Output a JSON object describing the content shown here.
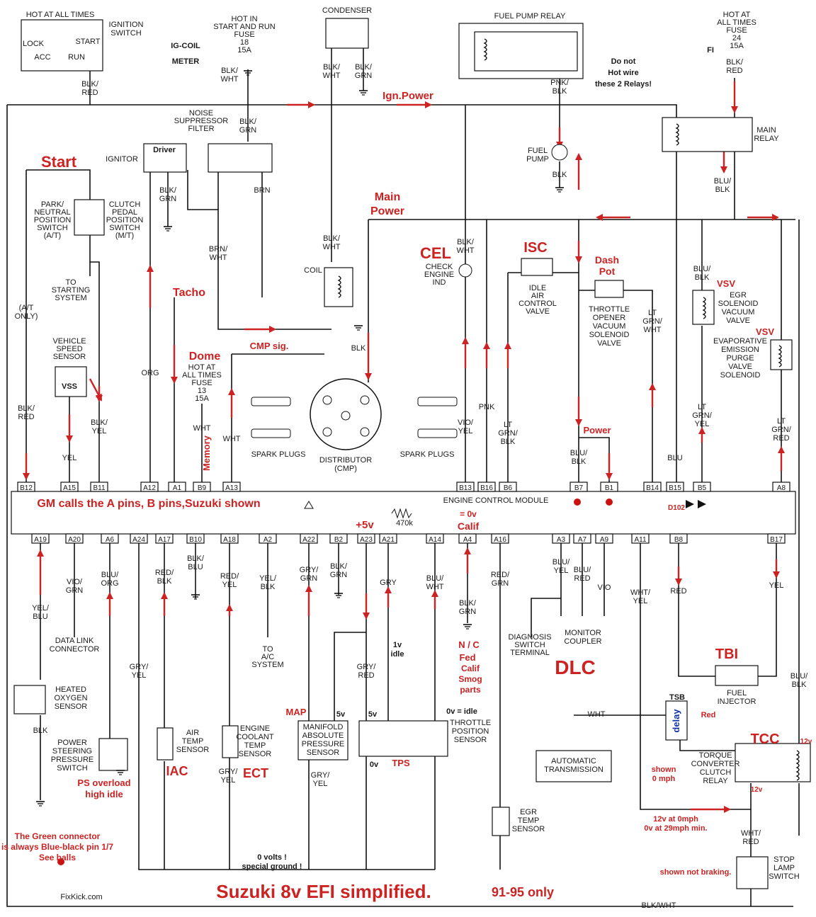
{
  "components": {
    "ignition_switch": {
      "hot": "HOT AT ALL TIMES",
      "name": [
        "IGNITION",
        "SWITCH"
      ],
      "lock": "LOCK",
      "acc": "ACC",
      "start": "START",
      "run": "RUN",
      "wire": [
        "BLK/",
        "RED"
      ]
    },
    "fuse18": {
      "lines": [
        "HOT IN",
        "START AND RUN",
        "FUSE",
        "18",
        "15A"
      ],
      "wire": [
        "BLK/",
        "WHT"
      ]
    },
    "condenser": {
      "name": "CONDENSER",
      "wire1": [
        "BLK/",
        "WHT"
      ],
      "wire2": [
        "BLK/",
        "GRN"
      ]
    },
    "fuel_pump_relay": {
      "name": "FUEL PUMP RELAY",
      "wire": [
        "PNK/",
        "BLK"
      ],
      "pump": [
        "FUEL",
        "PUMP"
      ],
      "pump_wire": "BLK"
    },
    "fuse24": {
      "lines": [
        "HOT AT",
        "ALL TIMES",
        "FUSE",
        "24",
        "15A"
      ],
      "wire": [
        "BLK/",
        "RED"
      ]
    },
    "main_relay": {
      "name": [
        "MAIN",
        "RELAY"
      ],
      "wire": [
        "BLU/",
        "BLK"
      ]
    },
    "noise_filter": {
      "name": [
        "NOISE",
        "SUPPRESSOR",
        "FILTER"
      ],
      "wire_top": [
        "BLK/",
        "GRN"
      ],
      "wire_brn": "BRN"
    },
    "ignitor": {
      "name": "IGNITOR",
      "gnd": [
        "BLK/",
        "GRN"
      ]
    },
    "park_switch": {
      "left": [
        "PARK/",
        "NEUTRAL",
        "POSITION",
        "SWITCH",
        "(A/T)"
      ],
      "right": [
        "CLUTCH",
        "PEDAL",
        "POSITION",
        "SWITCH",
        "(M/T)"
      ],
      "starting": [
        "TO",
        "STARTING",
        "SYSTEM"
      ],
      "at_only": [
        "(A/T",
        "ONLY)"
      ]
    },
    "coil": {
      "name": "COIL",
      "wire_brn_wht": [
        "BRN/",
        "WHT"
      ],
      "wire_blk_wht": [
        "BLK/",
        "WHT"
      ],
      "blk": "BLK"
    },
    "distributor": {
      "name": [
        "DISTRIBUTOR",
        "(CMP)"
      ],
      "plugs_left": "SPARK PLUGS",
      "plugs_right": "SPARK PLUGS"
    },
    "check_engine": {
      "name": [
        "CHECK",
        "ENGINE",
        "IND"
      ],
      "wire": [
        "BLK/",
        "WHT"
      ]
    },
    "isc_valve": {
      "name": [
        "IDLE",
        "AIR",
        "CONTROL",
        "VALVE"
      ]
    },
    "throttle_opener": {
      "name": [
        "THROTTLE",
        "OPENER",
        "VACUUM",
        "SOLENOID",
        "VALVE"
      ],
      "wire": [
        "LT",
        "GRN/",
        "WHT"
      ]
    },
    "egr_solenoid": {
      "wire": [
        "BLU/",
        "BLK"
      ],
      "name": [
        "EGR",
        "SOLENOID",
        "VACUUM",
        "VALVE"
      ]
    },
    "evap_solenoid": {
      "name": [
        "EVAPORATIVE",
        "EMISSION",
        "PURGE",
        "VALVE",
        "SOLENOID"
      ]
    },
    "vss": {
      "name": [
        "VEHICLE",
        "SPEED",
        "SENSOR"
      ],
      "wire": "YEL",
      "tag": "VSS"
    },
    "dome_fuse": {
      "lines": [
        "HOT AT",
        "ALL TIMES",
        "FUSE",
        "13",
        "15A"
      ],
      "wire": "WHT"
    },
    "ecm": {
      "name": "ENGINE CONTROL MODULE",
      "resistor": "470k"
    },
    "wires_top": {
      "b12": [
        "BLK/",
        "RED"
      ],
      "b11": [
        "BLK/",
        "YEL"
      ],
      "a12": "ORG",
      "a13": "WHT",
      "b13": [
        "VIO/",
        "YEL"
      ],
      "b16": "PNK",
      "b6": [
        "LT",
        "GRN/",
        "BLK"
      ],
      "b7": [
        "BLU/",
        "BLK"
      ],
      "b15": "BLU",
      "b5": [
        "LT",
        "GRN/",
        "YEL"
      ],
      "a8": [
        "LT",
        "GRN/",
        "RED"
      ]
    },
    "wires_bottom": {
      "a19": [
        "YEL/",
        "BLU"
      ],
      "a20": [
        "VIO/",
        "GRN"
      ],
      "a6": [
        "BLU/",
        "ORG"
      ],
      "a24": [
        "GRY/",
        "YEL"
      ],
      "a17": [
        "RED/",
        "BLK"
      ],
      "b10": [
        "BLK/",
        "BLU"
      ],
      "a18": [
        "RED/",
        "YEL"
      ],
      "a2": [
        "YEL/",
        "BLK"
      ],
      "a22": [
        "GRY/",
        "GRN"
      ],
      "b2": [
        "BLK/",
        "GRN"
      ],
      "a23": [
        "GRY/",
        "RED"
      ],
      "a21": "GRY",
      "a14": [
        "BLU/",
        "WHT"
      ],
      "a4": [
        "BLK/",
        "GRN"
      ],
      "a16": [
        "RED/",
        "GRN"
      ],
      "a3": [
        "BLU/",
        "YEL"
      ],
      "a7": [
        "BLU/",
        "RED"
      ],
      "a9": "VIO",
      "a11": [
        "WHT/",
        "YEL"
      ],
      "b8": "RED",
      "b17": "YEL",
      "blu_blk": [
        "BLU/",
        "BLK"
      ],
      "blk": "BLK",
      "wht_red": [
        "WHT/",
        "RED"
      ],
      "blk_wht": "BLK/WHT",
      "wht": "WHT",
      "gry_yel2": [
        "GRY/",
        "YEL"
      ],
      "gry_yel3": [
        "GRY/",
        "YEL"
      ]
    },
    "data_link": [
      "DATA LINK",
      "CONNECTOR"
    ],
    "ac_system": [
      "TO",
      "A/C",
      "SYSTEM"
    ],
    "diagnosis": [
      "DIAGNOSIS",
      "SWITCH",
      "TERMINAL"
    ],
    "monitor": [
      "MONITOR",
      "COUPLER"
    ],
    "o2_sensor": [
      "HEATED",
      "OXYGEN",
      "SENSOR"
    ],
    "ps_switch": [
      "POWER",
      "STEERING",
      "PRESSURE",
      "SWITCH"
    ],
    "air_temp": [
      "AIR",
      "TEMP",
      "SENSOR"
    ],
    "coolant_temp": [
      "ENGINE",
      "COOLANT",
      "TEMP",
      "SENSOR"
    ],
    "map_sensor": [
      "MANIFOLD",
      "ABSOLUTE",
      "PRESSURE",
      "SENSOR"
    ],
    "tps": [
      "THROTTLE",
      "POSITION",
      "SENSOR"
    ],
    "egr_temp": [
      "EGR",
      "TEMP",
      "SENSOR"
    ],
    "fuel_injector": [
      "FUEL",
      "INJECTOR"
    ],
    "auto_trans": [
      "AUTOMATIC",
      "TRANSMISSION"
    ],
    "tcc_relay": [
      "TORQUE",
      "CONVERTER",
      "CLUTCH",
      "RELAY"
    ],
    "stop_lamp": [
      "STOP",
      "LAMP",
      "SWITCH"
    ]
  },
  "pins_top": [
    "B12",
    "A15",
    "B11",
    "A12",
    "A1",
    "B9",
    "A13",
    "B13",
    "B16",
    "B6",
    "B7",
    "B1",
    "B14",
    "B15",
    "B5",
    "A8"
  ],
  "pins_bottom": [
    "A19",
    "A20",
    "A6",
    "A24",
    "A17",
    "B10",
    "A18",
    "A2",
    "A22",
    "B2",
    "A23",
    "A21",
    "A14",
    "A4",
    "A16",
    "A3",
    "A7",
    "A9",
    "A11",
    "B8",
    "B17"
  ],
  "annotations": {
    "ig_coil": "IG-COIL",
    "meter": "METER",
    "fi": "FI",
    "do_not": [
      "Do not",
      "Hot wire",
      "these 2 Relays!"
    ],
    "ign_power": "Ign.Power",
    "start": "Start",
    "driver": "Driver",
    "main_power": [
      "Main",
      "Power"
    ],
    "tacho": "Tacho",
    "cel": "CEL",
    "isc": "ISC",
    "dash_pot": [
      "Dash",
      "Pot"
    ],
    "vsv1": "VSV",
    "vsv2": "VSV",
    "dome": "Dome",
    "cmp_sig": "CMP sig.",
    "memory": "Memory",
    "power": "Power",
    "gm_note": "GM calls the A pins, B pins,Suzuki shown",
    "plus5v": "+5v",
    "zero_v": "= 0v",
    "calif": "Calif",
    "d102": "D102",
    "nc": "N / C",
    "fed": "Fed",
    "calif_smog": [
      "Calif",
      "Smog",
      "parts"
    ],
    "dlc": "DLC",
    "tbi": "TBI",
    "map": "MAP",
    "five_v1": "5v",
    "five_v2": "5v",
    "one_v_idle": [
      "1v",
      "idle"
    ],
    "ov_idle": "0v = idle",
    "zero_v_tps": "0v",
    "tps": "TPS",
    "iac": "IAC",
    "ect": "ECT",
    "ps_overload": [
      "PS overload",
      "high idle"
    ],
    "tsb": "TSB",
    "delay": "delay",
    "red": "Red",
    "tcc": "TCC",
    "twelve_v1": "12v",
    "twelve_v2": "12v",
    "shown_0mph": [
      "shown",
      "0 mph"
    ],
    "twelve_v_0mph": [
      "12v at 0mph",
      "0v at 29mph min."
    ],
    "shown_not_braking": "shown not braking.",
    "green_conn": [
      "The Green connector",
      "is always Blue-black pin 1/7",
      "See balls"
    ],
    "zero_volts": [
      "0 volts !",
      "special ground !"
    ],
    "fixkick": "FixKick.com",
    "title": "Suzuki 8v EFI simplified.",
    "years": "91-95 only"
  }
}
